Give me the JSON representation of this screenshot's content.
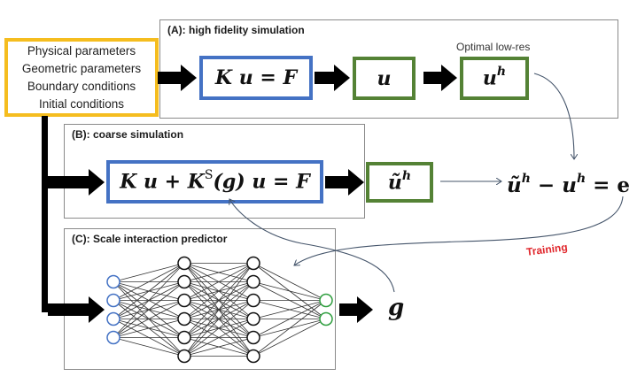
{
  "inputs_box": {
    "lines": [
      "Physical parameters",
      "Geometric parameters",
      "Boundary conditions",
      "Initial conditions"
    ],
    "border_color": "#f5bd1f"
  },
  "panel_a": {
    "title": "(A): high fidelity simulation",
    "equation": "K u = F",
    "solution": "u",
    "optimal_label": "Optimal low-res",
    "optimal": "u",
    "optimal_sup": "h"
  },
  "panel_b": {
    "title": "(B): coarse simulation",
    "equation_parts": [
      "K u + K",
      "S",
      "(g) u = F"
    ],
    "solution": "ũ",
    "solution_sup": "h"
  },
  "panel_c": {
    "title": "(C): Scale interaction predictor",
    "network": {
      "layers": [
        4,
        6,
        6,
        2
      ],
      "input_color": "#4472c4",
      "hidden_color": "#111111",
      "output_color": "#2e9e3e"
    },
    "output": "g"
  },
  "error_equation": {
    "lhs_a": "ũ",
    "lhs_a_sup": "h",
    "minus": " − ",
    "lhs_b": "u",
    "lhs_b_sup": "h",
    "rhs": " = e"
  },
  "training_label": "Training",
  "colors": {
    "blue_box": "#4472c4",
    "green_box": "#548235",
    "panel_border": "#8a8a8a",
    "connector": "#44546a",
    "training": "#e0262b"
  }
}
